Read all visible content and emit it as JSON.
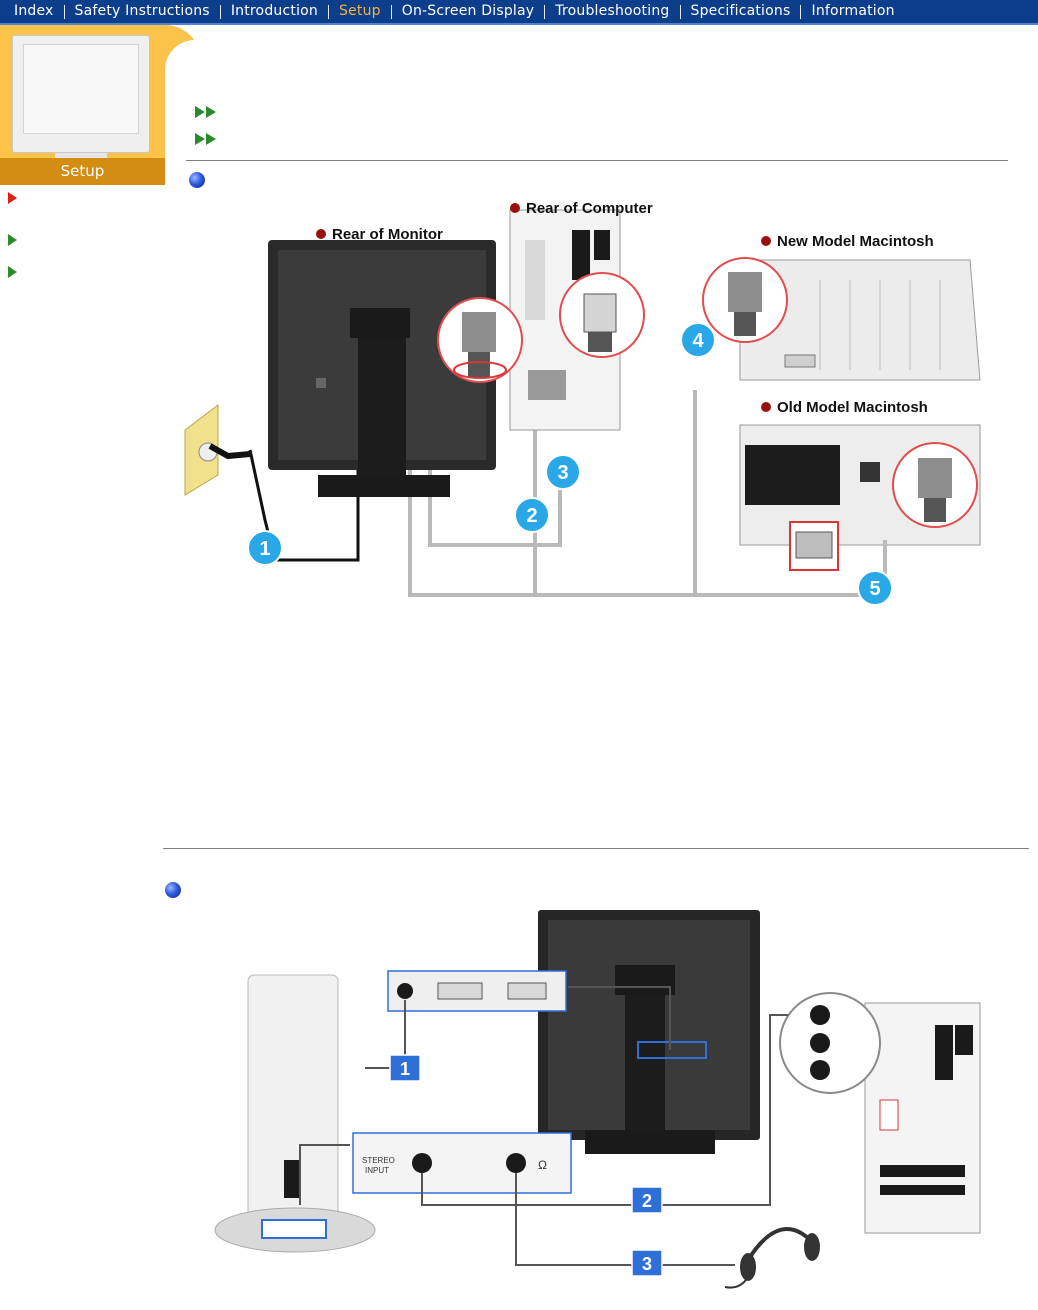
{
  "nav": {
    "items": [
      {
        "id": "index",
        "label": "Index"
      },
      {
        "id": "safety",
        "label": "Safety Instructions"
      },
      {
        "id": "intro",
        "label": "Introduction"
      },
      {
        "id": "setup",
        "label": "Setup"
      },
      {
        "id": "osd",
        "label": "On-Screen Display"
      },
      {
        "id": "troubleshooting",
        "label": "Troubleshooting"
      },
      {
        "id": "specifications",
        "label": "Specifications"
      },
      {
        "id": "information",
        "label": "Information"
      }
    ],
    "active": "setup"
  },
  "logo": {
    "label": "Setup"
  },
  "colors": {
    "nav_bg": "#0d3e8c",
    "nav_active": "#f6b23a",
    "logo_bg": "#fbc34a",
    "logo_label_bg": "#d28d12",
    "link_arrow": "#2c8a2c",
    "link_active": "#e31b1b",
    "badge_cyan": "#2aa7e6",
    "badge_blue": "#2f6fd8"
  },
  "figure1": {
    "labels": {
      "rear_monitor": "Rear of Monitor",
      "rear_computer": "Rear of Computer",
      "new_mac": "New Model Macintosh",
      "old_mac": "Old Model Macintosh"
    },
    "callouts": [
      "1",
      "2",
      "3",
      "4",
      "5"
    ]
  },
  "figure2": {
    "stereo_label_1": "STEREO",
    "stereo_label_2": "INPUT",
    "headphone_symbol": "Ω",
    "callouts": [
      "1",
      "2",
      "3"
    ]
  }
}
